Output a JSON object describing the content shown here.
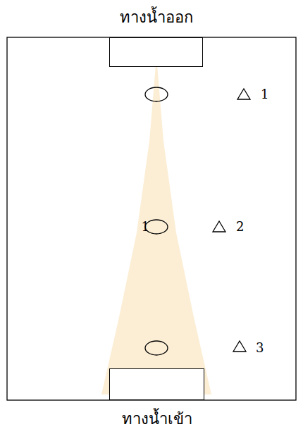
{
  "diagram": {
    "nodes": [
      {
        "text": [
          "ทางน้ำออก"
        ]
      },
      {
        "text": [
          "ทางน้ำเข้า"
        ]
      }
    ],
    "labels": [
      "1",
      "1",
      "2",
      "3"
    ]
  }
}
